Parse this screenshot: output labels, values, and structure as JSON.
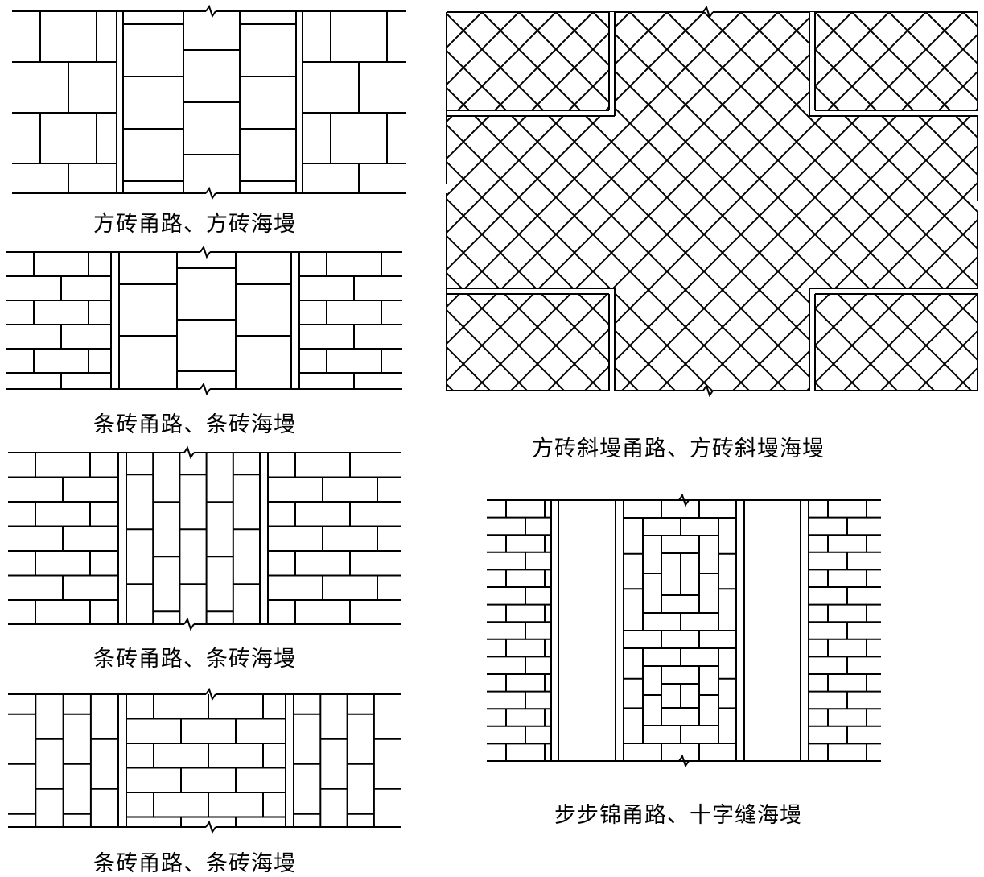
{
  "captions": {
    "p1": "方砖甬路、方砖海墁",
    "p2": "条砖甬路、条砖海墁",
    "p3": "条砖甬路、条砖海墁",
    "p4": "条砖甬路、条砖海墁",
    "p5": "方砖斜墁甬路、方砖斜墁海墁",
    "p6": "步步锦甬路、十字缝海墁"
  },
  "colors": {
    "line": "#000000",
    "background": "#ffffff"
  }
}
